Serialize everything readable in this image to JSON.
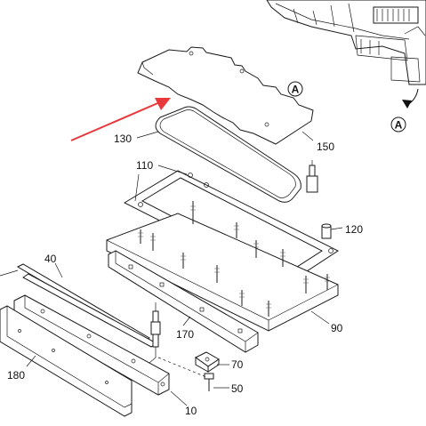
{
  "labels": {
    "p10": "10",
    "p40": "40",
    "p50": "50",
    "p70": "70",
    "p90": "90",
    "p110": "110",
    "p120": "120",
    "p130": "130",
    "p150": "150",
    "p170": "170",
    "p180": "180",
    "callout_a_top": "A",
    "callout_a_right": "A"
  },
  "colors": {
    "arrow": "#e8383b",
    "line": "#1a1a1a"
  }
}
